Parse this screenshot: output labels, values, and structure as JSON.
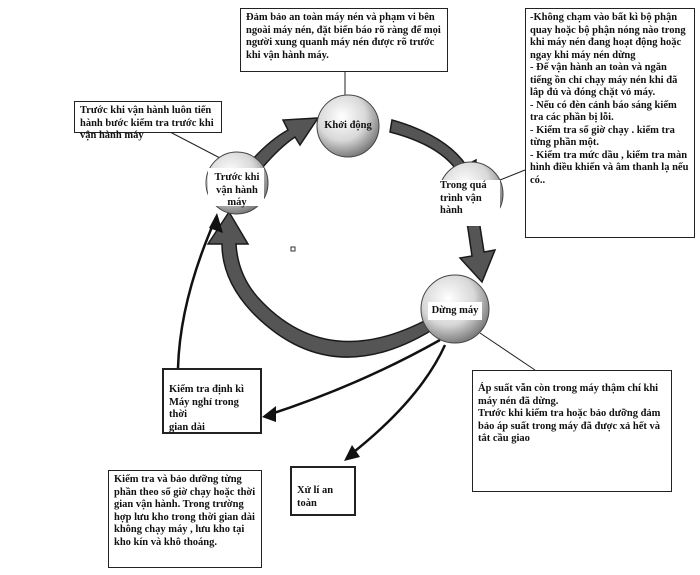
{
  "stages": {
    "start": "Khởi động",
    "before_run": "Trước khi\nvận hành máy",
    "running": "Trong quá\ntrình vận\nhành",
    "stop": "Dừng máy",
    "periodic_check": "Kiểm tra định kì\nMáy nghỉ trong thời\ngian dài",
    "safety": "Xử lí an toàn"
  },
  "notes": {
    "top": "Đảm bảo an toàn máy  nén và phạm vi bên ngoài máy nén, đặt biển báo rõ ràng để mọi người xung quanh máy nén được rõ trước khi vận hành máy.",
    "left": "Trước khi vận hành luôn tiến hành bước kiểm tra trước khi vận hành máy",
    "right_lines": [
      "-Không chạm vào bất kì bộ phận quay hoặc bộ phận nóng nào trong khi máy nén đang hoạt động hoặc ngay khi  máy nén dừng",
      "- Để vận hành an toàn và ngăn tiếng ồn chỉ chạy máy nén khi đã lắp đủ và đóng chặt vỏ máy.",
      "- Nếu có đèn cảnh báo sáng kiểm tra các phần bị lỗi.",
      "- Kiểm tra số giờ chạy . kiểm tra từng phần một.",
      "- Kiểm tra mức dầu , kiểm tra màn hình điều khiển và âm thanh lạ nếu có.."
    ],
    "bottom_right": "Áp suất vẫn còn trong máy thậm chí khi máy nén đã dừng.\nTrước khi kiểm tra hoặc bảo dưỡng đảm bảo áp suất trong máy đã được xả hết và tắt cầu giao",
    "bottom_left": "Kiểm tra và bảo dưỡng từng phần theo số giờ chạy hoặc thời gian vận hành. Trong trường hợp lưu kho trong thời gian dài không chạy máy , lưu kho tại kho kín và   khô thoáng."
  },
  "colors": {
    "arrow": "#555555",
    "arrow_edge": "#1a1a1a",
    "ball_light": "#ffffff",
    "ball_dark": "#7a7a7a"
  }
}
